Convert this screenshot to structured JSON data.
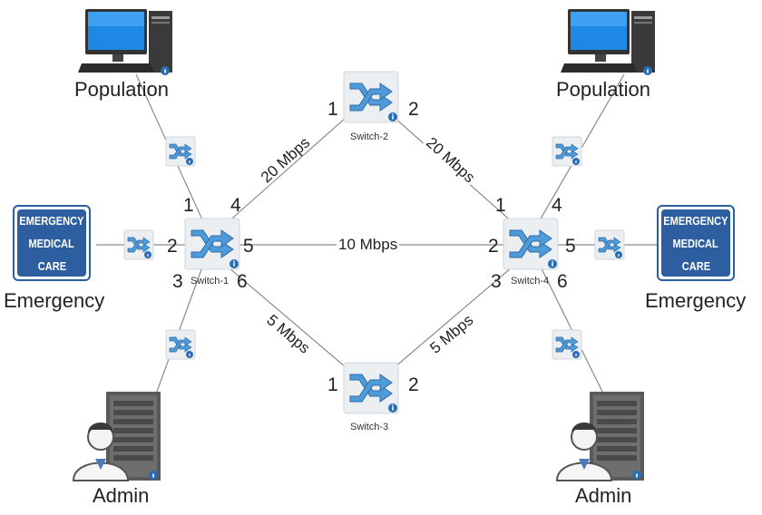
{
  "colors": {
    "wire": "#8a8a8a",
    "switch_arrow": "#4f9ad8",
    "switch_body": "#eceff2",
    "ems_blue": "#2d5fa0",
    "info": "#2a6db5"
  },
  "hosts": {
    "pop_left": "Population",
    "pop_right": "Population",
    "em_left": "Emergency",
    "em_right": "Emergency",
    "admin_left": "Admin",
    "admin_right": "Admin"
  },
  "sign": {
    "line1": "EMERGENCY",
    "line2": "MEDICAL",
    "line3": "CARE"
  },
  "switches": {
    "s1": "Switch-1",
    "s2": "Switch-2",
    "s3": "Switch-3",
    "s4": "Switch-4"
  },
  "links": {
    "s1_s2": "20 Mbps",
    "s2_s4": "20 Mbps",
    "s1_s4": "10 Mbps",
    "s1_s3": "5 Mbps",
    "s3_s4": "5 Mbps"
  },
  "ports": {
    "s1_p1": "1",
    "s1_p2": "2",
    "s1_p3": "3",
    "s1_p4": "4",
    "s1_p5": "5",
    "s1_p6": "6",
    "s2_p1": "1",
    "s2_p2": "2",
    "s3_p1": "1",
    "s3_p2": "2",
    "s4_p1": "1",
    "s4_p2": "2",
    "s4_p3": "3",
    "s4_p4": "4",
    "s4_p5": "5",
    "s4_p6": "6"
  }
}
